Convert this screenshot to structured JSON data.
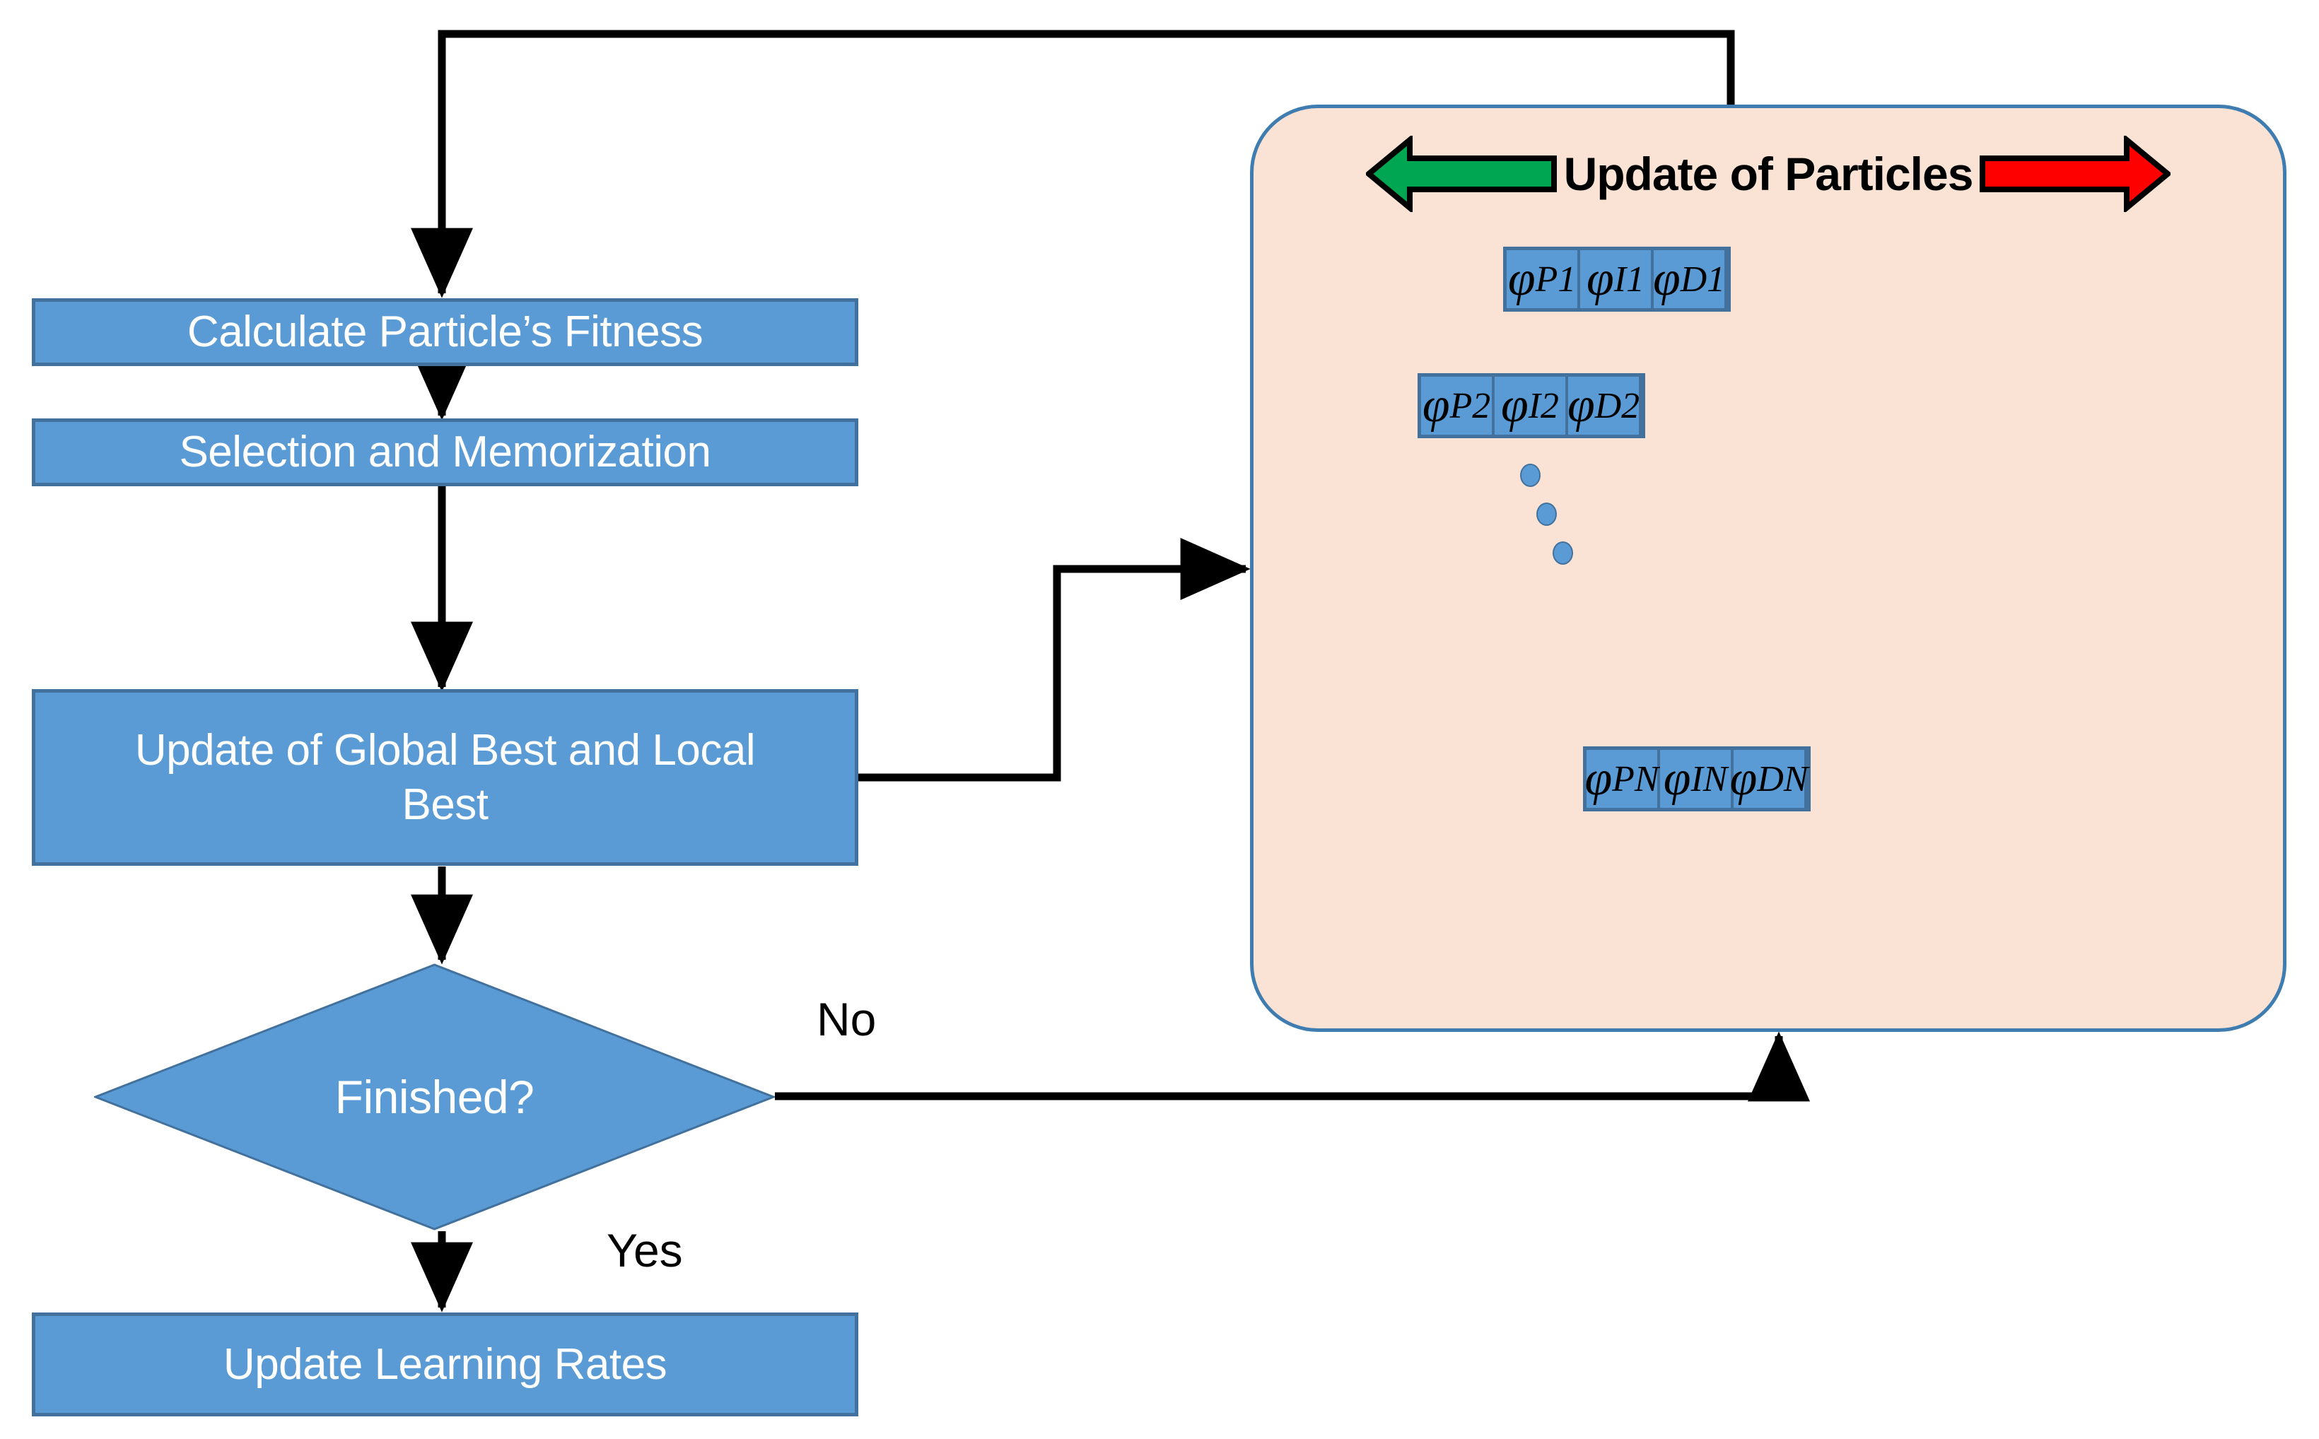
{
  "flow": {
    "steps": [
      {
        "id": "calculate-fitness",
        "label": "Calculate Particle’s Fitness"
      },
      {
        "id": "selection-memorization",
        "label": "Selection and Memorization"
      },
      {
        "id": "update-best",
        "label": "Update of Global Best and Local Best"
      },
      {
        "id": "update-learning-rates",
        "label": "Update Learning Rates"
      }
    ],
    "decision": {
      "id": "finished",
      "label": "Finished?"
    },
    "branches": {
      "no": "No",
      "yes": "Yes"
    }
  },
  "panel": {
    "title": "Update of Particles",
    "left_arrow_color": "#00A651",
    "right_arrow_color": "#FF0000",
    "fill_color": "#FAE3D4",
    "border_color": "#3F7CB0",
    "rows": [
      {
        "id": "particle-1",
        "cells": [
          {
            "symbol": "φ",
            "subscript": "P1"
          },
          {
            "symbol": "φ",
            "subscript": "I1"
          },
          {
            "symbol": "φ",
            "subscript": "D1"
          }
        ]
      },
      {
        "id": "particle-2",
        "cells": [
          {
            "symbol": "φ",
            "subscript": "P2"
          },
          {
            "symbol": "φ",
            "subscript": "I2"
          },
          {
            "symbol": "φ",
            "subscript": "D2"
          }
        ]
      },
      {
        "id": "particle-n",
        "cells": [
          {
            "symbol": "φ",
            "subscript": "PN"
          },
          {
            "symbol": "φ",
            "subscript": "IN"
          },
          {
            "symbol": "φ",
            "subscript": "DN"
          }
        ]
      }
    ],
    "ellipsis_dots": 3
  },
  "colors": {
    "box_fill": "#5B9BD5",
    "box_border": "#41719C",
    "box_text": "#FFFFFF",
    "connector": "#000000",
    "canvas": "#FFFFFF"
  }
}
